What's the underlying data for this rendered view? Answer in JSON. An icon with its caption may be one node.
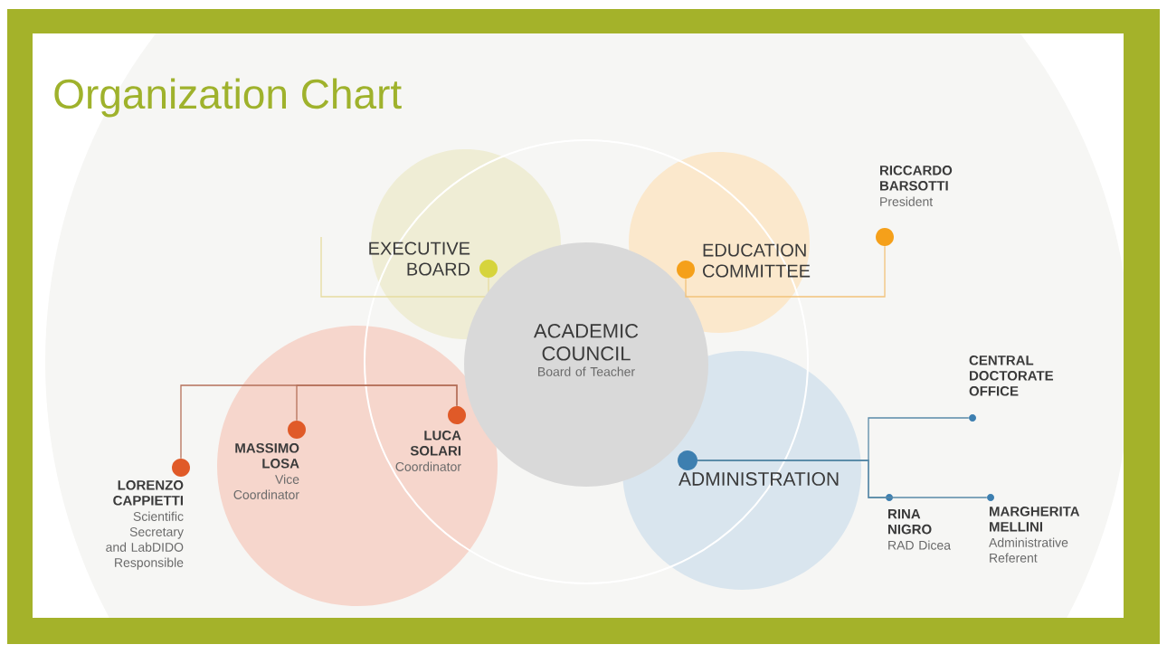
{
  "diagram": {
    "title": "Organization Chart",
    "nodes": [
      {
        "text": [
          "ACADEMIC COUNCIL",
          "Board of Teacher"
        ]
      },
      {
        "text": [
          "EXECUTIVE BOARD"
        ]
      },
      {
        "text": [
          "EDUCATION COMMITTEE"
        ]
      },
      {
        "text": [
          "RICCARDO BARSOTTI",
          "President"
        ]
      },
      {
        "text": [
          "LUCA SOLARI",
          "Coordinator"
        ]
      },
      {
        "text": [
          "MASSIMO LOSA",
          "Vice Coordinator"
        ]
      },
      {
        "text": [
          "LORENZO CAPPIETTI",
          "Scientific Secretary and LabDIDO Responsible"
        ]
      },
      {
        "text": [
          "ADMINISTRATION"
        ]
      },
      {
        "text": [
          "CENTRAL DOCTORATE OFFICE"
        ]
      },
      {
        "text": [
          "RINA NIGRO",
          "RAD Dicea"
        ]
      },
      {
        "text": [
          "MARGHERITA MELLINI",
          "Administrative Referent"
        ]
      }
    ],
    "edges": [
      {
        "from": 2,
        "to": 3,
        "arrow": "none",
        "color": "#f2c27a"
      },
      {
        "from": 4,
        "to": 5,
        "arrow": "none",
        "color": "#b5705a"
      },
      {
        "from": 4,
        "to": 6,
        "arrow": "none",
        "color": "#b5705a"
      },
      {
        "from": 7,
        "to": 8,
        "arrow": "none",
        "color": "#5a8aa8"
      },
      {
        "from": 7,
        "to": 9,
        "arrow": "none",
        "color": "#5a8aa8"
      },
      {
        "from": 7,
        "to": 10,
        "arrow": "none",
        "color": "#5a8aa8"
      }
    ]
  }
}
